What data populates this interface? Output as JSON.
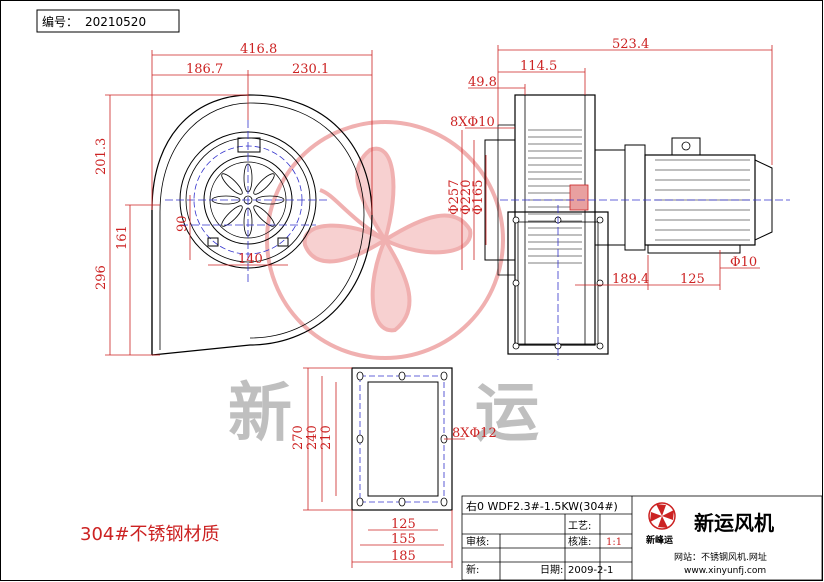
{
  "drawing_number": {
    "label": "编号：",
    "value": "20210520"
  },
  "front_view": {
    "overall_width": "416.8",
    "left_width": "186.7",
    "right_width": "230.1",
    "height_upper": "201.3",
    "outlet_161": "161",
    "height_296": "296",
    "inlet_90": "90",
    "base_140": "140"
  },
  "side_view": {
    "overall": "523.4",
    "d114": "114.5",
    "d49": "49.8",
    "holes": "8XΦ10",
    "phi257": "Φ257",
    "phi220": "Φ220",
    "phi165": "Φ165",
    "d189": "189.4",
    "d125": "125",
    "foot_holes": "Φ10"
  },
  "flange_view": {
    "h270": "270",
    "h240": "240",
    "h210": "210",
    "holes": "8XΦ12",
    "w125": "125",
    "w155": "155",
    "w185": "185"
  },
  "material_note": "304#不锈钢材质",
  "watermark": {
    "char1": "新",
    "char2": "运"
  },
  "title_block": {
    "model": "右0 WDF2.3#-1.5KW(304#)",
    "craft_label": "工艺:",
    "review_label": "审核:",
    "check_label": "核准:",
    "scale": "1:1",
    "new_label": "新:",
    "date_label": "日期:",
    "date": "2009-2-1",
    "company": "新运风机",
    "company_small": "新峰运",
    "website_label": "网站：不锈钢风机.网址",
    "website": "www.xinyunfj.com"
  },
  "colors": {
    "line": "#000000",
    "dim": "#cc2222",
    "center": "#3333cc",
    "watermark": "#f2b8b8"
  }
}
